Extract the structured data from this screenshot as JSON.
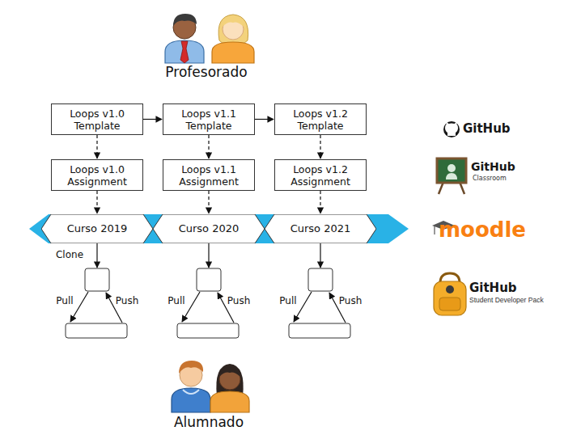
{
  "diagram": {
    "nodes": [
      {
        "text": [
          "Loops v1.0 Template"
        ]
      },
      {
        "text": [
          "Loops v1.1 Template"
        ]
      },
      {
        "text": [
          "Loops v1.2 Template"
        ]
      },
      {
        "text": [
          "Loops v1.0 Assignment"
        ]
      },
      {
        "text": [
          "Loops v1.1 Assignment"
        ]
      },
      {
        "text": [
          "Loops v1.2 Assignment"
        ]
      },
      {
        "text": [
          "Curso 2019"
        ]
      },
      {
        "text": [
          "Curso 2020"
        ]
      },
      {
        "text": [
          "Curso 2021"
        ]
      }
    ],
    "edges": [
      {
        "from": 0,
        "to": 1,
        "arrow": "to"
      },
      {
        "from": 1,
        "to": 2,
        "arrow": "to"
      },
      {
        "from": 0,
        "to": 3,
        "arrow": "to"
      },
      {
        "from": 1,
        "to": 4,
        "arrow": "to"
      },
      {
        "from": 2,
        "to": 5,
        "arrow": "to"
      },
      {
        "from": 3,
        "to": 6,
        "arrow": "to"
      },
      {
        "from": 4,
        "to": 7,
        "arrow": "to"
      },
      {
        "from": 5,
        "to": 8,
        "arrow": "to"
      }
    ],
    "labels": [
      "Profesorado",
      "Clone",
      "Pull",
      "Push",
      "Pull",
      "Push",
      "Pull",
      "Push",
      "Alumnado",
      "GitHub",
      "GitHub",
      "Classroom",
      "moodle",
      "GitHub",
      "Student Developer Pack"
    ]
  }
}
